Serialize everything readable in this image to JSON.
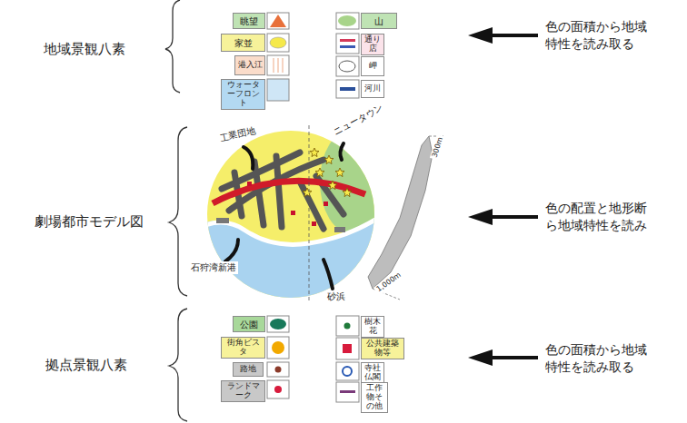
{
  "diagram": {
    "nodes": [
      {
        "text": [
          "眺望"
        ]
      },
      {
        "text": [
          "山"
        ]
      },
      {
        "text": [
          "家並"
        ]
      },
      {
        "text": [
          "通り店"
        ]
      },
      {
        "text": [
          "港入江"
        ]
      },
      {
        "text": [
          "岬"
        ]
      },
      {
        "text": [
          "ウォーターフロント"
        ]
      },
      {
        "text": [
          "河川"
        ]
      },
      {
        "text": [
          "公園"
        ]
      },
      {
        "text": [
          "樹木花"
        ]
      },
      {
        "text": [
          "街角ビスタ"
        ]
      },
      {
        "text": [
          "公共建築物等"
        ]
      },
      {
        "text": [
          "路地"
        ]
      },
      {
        "text": [
          "寺社仏閣"
        ]
      },
      {
        "text": [
          "ランドマーク"
        ]
      },
      {
        "text": [
          "工作物その他"
        ]
      }
    ],
    "labels": [
      "地域景観八素",
      "劇場都市モデル図",
      "拠点景観八素",
      "色の面積から地域特性を読み取る",
      "色の配置と地形断ら地域特性を読み",
      "色の面積から地域特性を読み取る",
      "工業団地",
      "ニュータウン",
      "石狩湾新港",
      "砂浜",
      "300m",
      "1,000m"
    ]
  }
}
